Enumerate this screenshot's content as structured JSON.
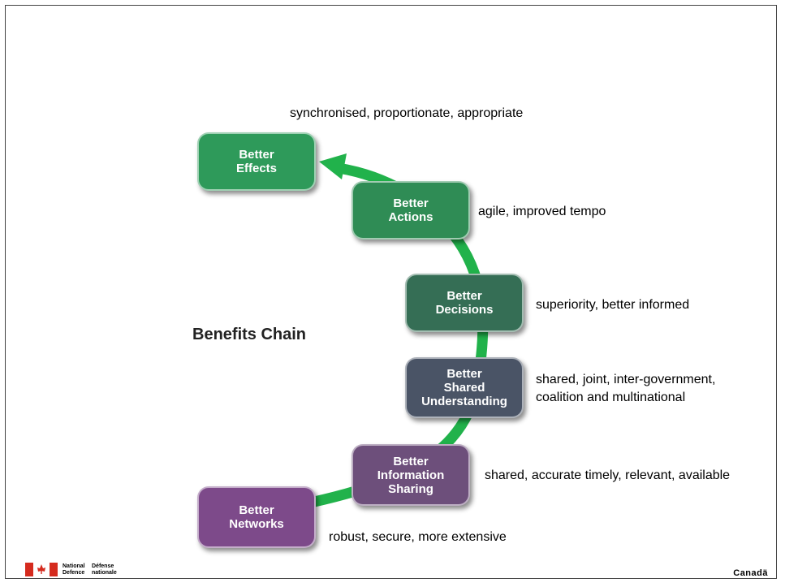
{
  "diagram": {
    "title": "Benefits Chain",
    "stages": [
      {
        "label": "Better\nEffects",
        "description": "synchronised, proportionate, appropriate",
        "color": "#2e9a5a"
      },
      {
        "label": "Better\nActions",
        "description": "agile, improved tempo",
        "color": "#2f8c55"
      },
      {
        "label": "Better\nDecisions",
        "description": "superiority, better informed",
        "color": "#356e55"
      },
      {
        "label": "Better\nShared\nUnderstanding",
        "description": "shared, joint, inter-government,\ncoalition and multinational",
        "color": "#4a5466"
      },
      {
        "label": "Better\nInformation\nSharing",
        "description": "shared, accurate timely, relevant, available",
        "color": "#6d4f7b"
      },
      {
        "label": "Better\nNetworks",
        "description": "robust, secure, more extensive",
        "color": "#7d4a8a"
      }
    ],
    "arrow_color": "#21b24b"
  },
  "footer": {
    "dept_en": "National\nDefence",
    "dept_fr": "Défense\nnationale",
    "wordmark": "Canadä"
  }
}
